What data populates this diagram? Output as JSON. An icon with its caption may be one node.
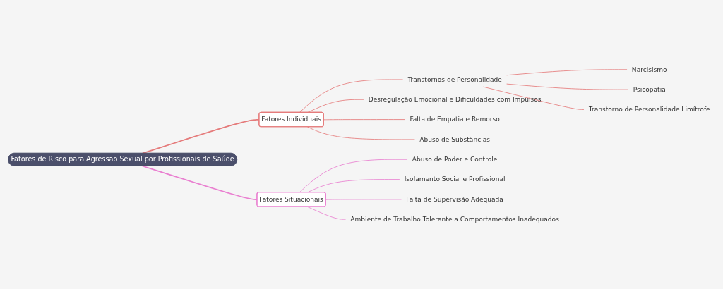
{
  "diagram": {
    "nodes": [
      {
        "text": [
          "Fatores de Risco para Agressão Sexual por Profissionais de Saúde"
        ]
      },
      {
        "text": [
          "Fatores Individuais"
        ]
      },
      {
        "text": [
          "Transtornos de Personalidade"
        ]
      },
      {
        "text": [
          "Narcisismo"
        ]
      },
      {
        "text": [
          "Psicopatia"
        ]
      },
      {
        "text": [
          "Transtorno de Personalidade Limítrofe"
        ]
      },
      {
        "text": [
          "Desregulação Emocional e Dificuldades com Impulsos"
        ]
      },
      {
        "text": [
          "Falta de Empatia e Remorso"
        ]
      },
      {
        "text": [
          "Abuso de Substâncias"
        ]
      },
      {
        "text": [
          "Fatores Situacionais"
        ]
      },
      {
        "text": [
          "Abuso de Poder e Controle"
        ]
      },
      {
        "text": [
          "Isolamento Social e Profissional"
        ]
      },
      {
        "text": [
          "Falta de Supervisão Adequada"
        ]
      },
      {
        "text": [
          "Ambiente de Trabalho Tolerante a Comportamentos Inadequados"
        ]
      }
    ],
    "edges": [
      {
        "from": 0,
        "to": 1,
        "arrow": "none"
      },
      {
        "from": 1,
        "to": 2,
        "arrow": "none"
      },
      {
        "from": 2,
        "to": 3,
        "arrow": "none"
      },
      {
        "from": 2,
        "to": 4,
        "arrow": "none"
      },
      {
        "from": 2,
        "to": 5,
        "arrow": "none"
      },
      {
        "from": 1,
        "to": 6,
        "arrow": "none"
      },
      {
        "from": 1,
        "to": 7,
        "arrow": "none"
      },
      {
        "from": 1,
        "to": 8,
        "arrow": "none"
      },
      {
        "from": 0,
        "to": 9,
        "arrow": "none",
        "color": "#e97fd0"
      },
      {
        "from": 9,
        "to": 10,
        "arrow": "none",
        "color": "#e97fd0"
      },
      {
        "from": 9,
        "to": 11,
        "arrow": "none",
        "color": "#e97fd0"
      },
      {
        "from": 9,
        "to": 12,
        "arrow": "none",
        "color": "#e97fd0"
      },
      {
        "from": 9,
        "to": 13,
        "arrow": "none",
        "color": "#e97fd0"
      }
    ]
  }
}
